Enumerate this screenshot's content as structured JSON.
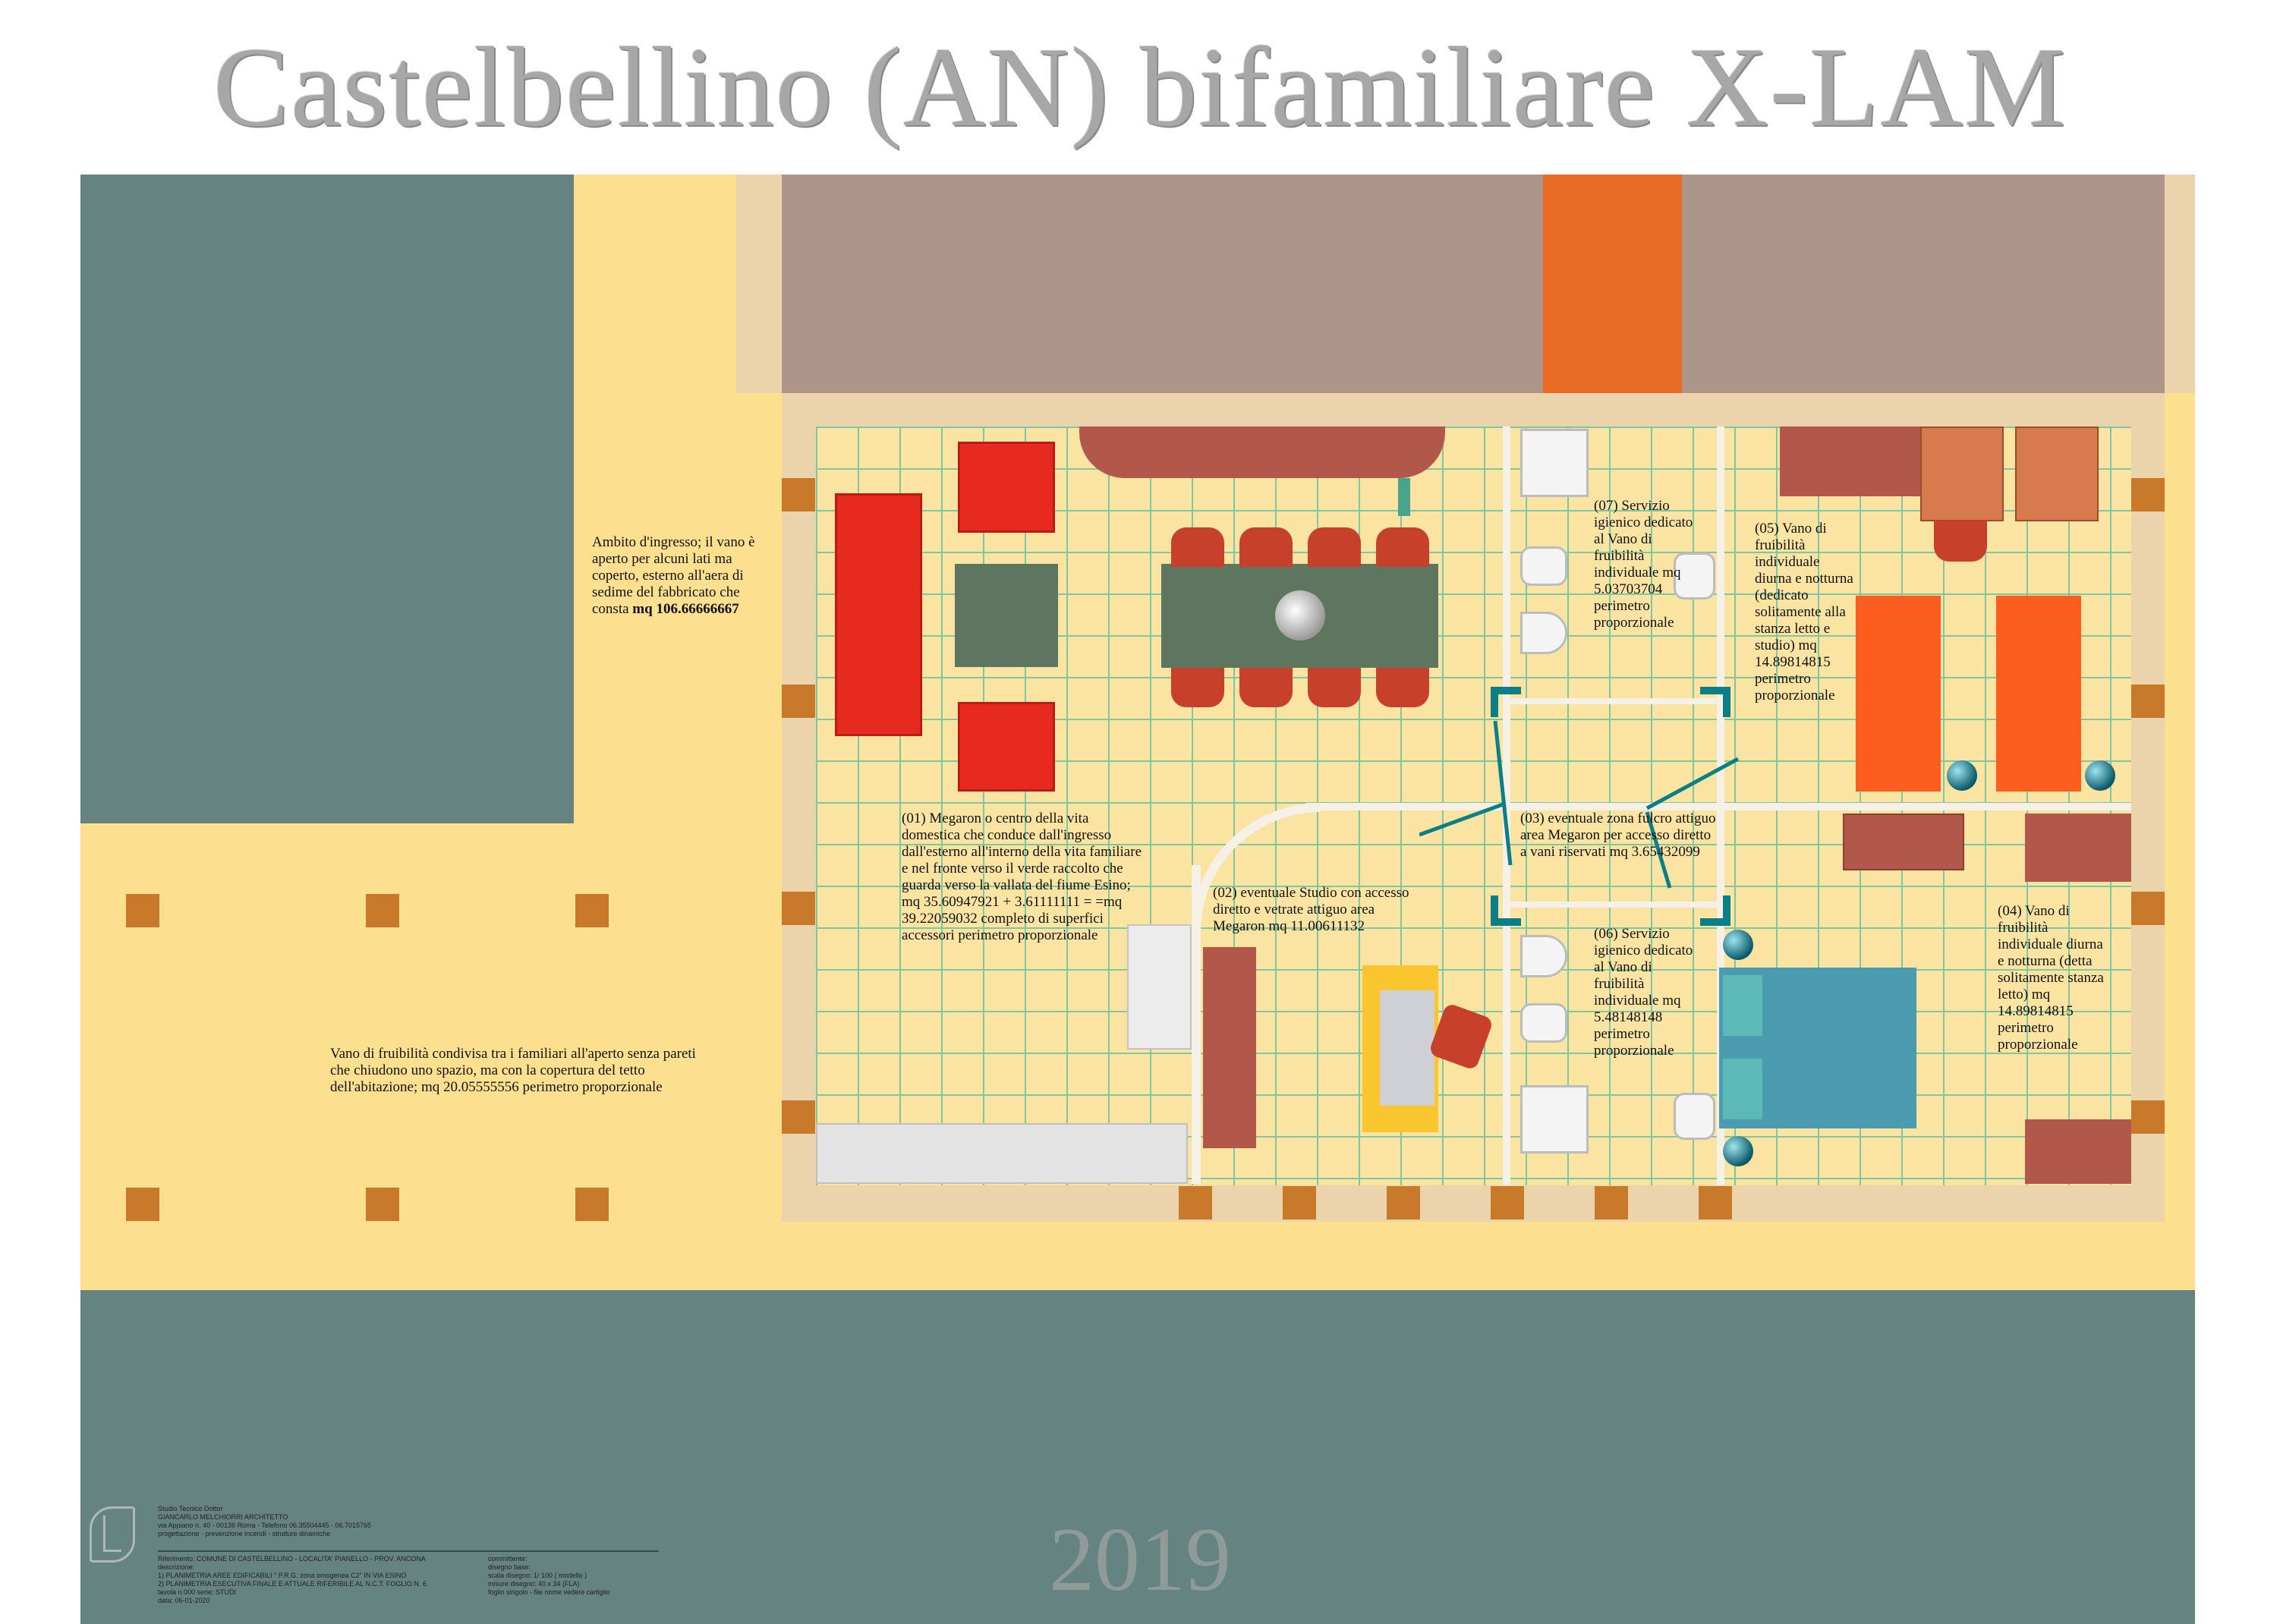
{
  "title": "Castelbellino (AN) bifamiliare X-LAM",
  "year": "2019",
  "notes": {
    "ingresso": "Ambito d'ingresso; il vano è aperto per alcuni lati ma coperto, esterno all'aera di sedime del fabbricato che consta",
    "ingresso_value": "mq 106.66666667",
    "porch": "Vano di fruibilità condivisa tra i familiari all'aperto senza pareti che chiudono uno spazio, ma con la copertura del tetto dell'abitazione; mq 20.05555556 perimetro proporzionale",
    "r01": "(01) Megaron o centro della vita domestica che conduce dall'ingresso dall'esterno all'interno della vita familiare e nel fronte verso il verde raccolto che guarda verso la vallata del fiume Esino; mq 35.60947921 + 3.61111111 = =mq 39.22059032 completo di superfici accessori perimetro proporzionale",
    "r02": "(02) eventuale Studio con accesso diretto e vetrate attiguo area Megaron mq 11.00611132",
    "r03": "(03) eventuale zona fulcro attiguo area Megaron per accesso diretto a vani riservati mq 3.65432099",
    "r04": "(04) Vano di fruibilità individuale diurna e notturna (detta solitamente stanza letto) mq 14.89814815 perimetro proporzionale",
    "r05": "(05) Vano di fruibilità individuale diurna e notturna (dedicato solitamente alla stanza letto e studio) mq 14.89814815 perimetro proporzionale",
    "r06": "(06) Servizio igienico dedicato al Vano di fruibilità individuale mq 5.48148148 perimetro proporzionale",
    "r07": "(07) Servizio igienico dedicato al Vano di fruibilità individuale mq 5.03703704 perimetro proporzionale"
  },
  "cartouche": {
    "studio_line1": "Studio Tecnico Dottor",
    "studio_line2": "GIANCARLO MELCHIORRI ARCHITETTO",
    "studio_line3": "via Appiano n. 40 - 00136 Roma - Telefono 06.35504445 - 06.7015765",
    "studio_line4": "progettazione   -   prevenzione incendi   -   strutture dinamiche",
    "row1": "Riferimento: COMUNE DI CASTELBELLINO - LOCALITA' PIANELLO - PROV. ANCONA",
    "row2": "descrizione:",
    "row3": "1) PLANIMETRIA AREE EDIFICABILI \" P.R.G. zona omogenea C2\" IN VIA ESINO",
    "row4": "2) PLANIMETRIA ESECUTIVA FINALE E ATTUALE RIFERIBILE AL N.C.T. FOGLIO N. 6",
    "row5": "tavola n.000   serie: STUDI",
    "row6": "data: 06-01-2020",
    "right1": "committente:",
    "right2": "disegno base:",
    "right3": "scala disegno: 1/ 100 ( modello )",
    "right4": "misure disegno: 40 x 34 (FLA)",
    "right5": "foglio singolo - file nome vedere cartiglio"
  },
  "colors": {
    "slate": "#658380",
    "sand": "#fde08f",
    "roof": "#ad958a",
    "chimney": "#e86c26",
    "border": "#ebd3ab",
    "floor": "#fbe4a2",
    "red_sofa": "#e62a20",
    "brick": "#b2584a",
    "teal": "#0c7e86",
    "bed": "#4c9cb1",
    "orange_bed": "#fd5e1f",
    "pillar": "#c87a2a"
  }
}
